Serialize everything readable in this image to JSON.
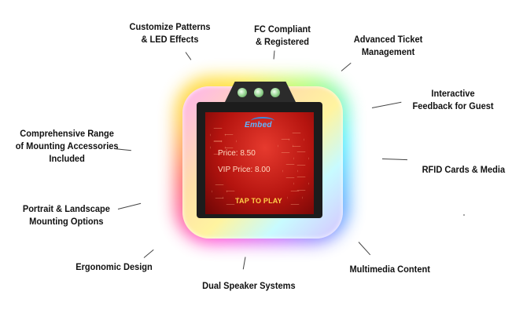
{
  "features": {
    "customize": [
      "Customize Patterns",
      "& LED Effects"
    ],
    "fcc": [
      "FC Compliant",
      "& Registered"
    ],
    "ticket": [
      "Advanced Ticket",
      "Management"
    ],
    "feedback": [
      "Interactive",
      "Feedback for Guest"
    ],
    "rfid": "RFID Cards & Media",
    "multimedia": "Multimedia Content",
    "speaker": "Dual Speaker Systems",
    "ergonomic": "Ergonomic Design",
    "mounting_options": [
      "Portrait & Landscape",
      "Mounting Options"
    ],
    "accessories": [
      "Comprehensive Range",
      "of Mounting Accessories",
      "Included"
    ]
  },
  "screen": {
    "logo": "Embed",
    "price": "Price: 8.50",
    "vip_price": "VIP Price: 8.00",
    "tap_label": "TAP TO PLAY"
  },
  "colors": {
    "screen_red": "#b5140f",
    "price_text": "#ffd9c0",
    "tap_text": "#ffd24a",
    "led_green": "#8fd08a"
  },
  "icons": [
    "fcc-logo-icon",
    "camera-led-icon"
  ]
}
